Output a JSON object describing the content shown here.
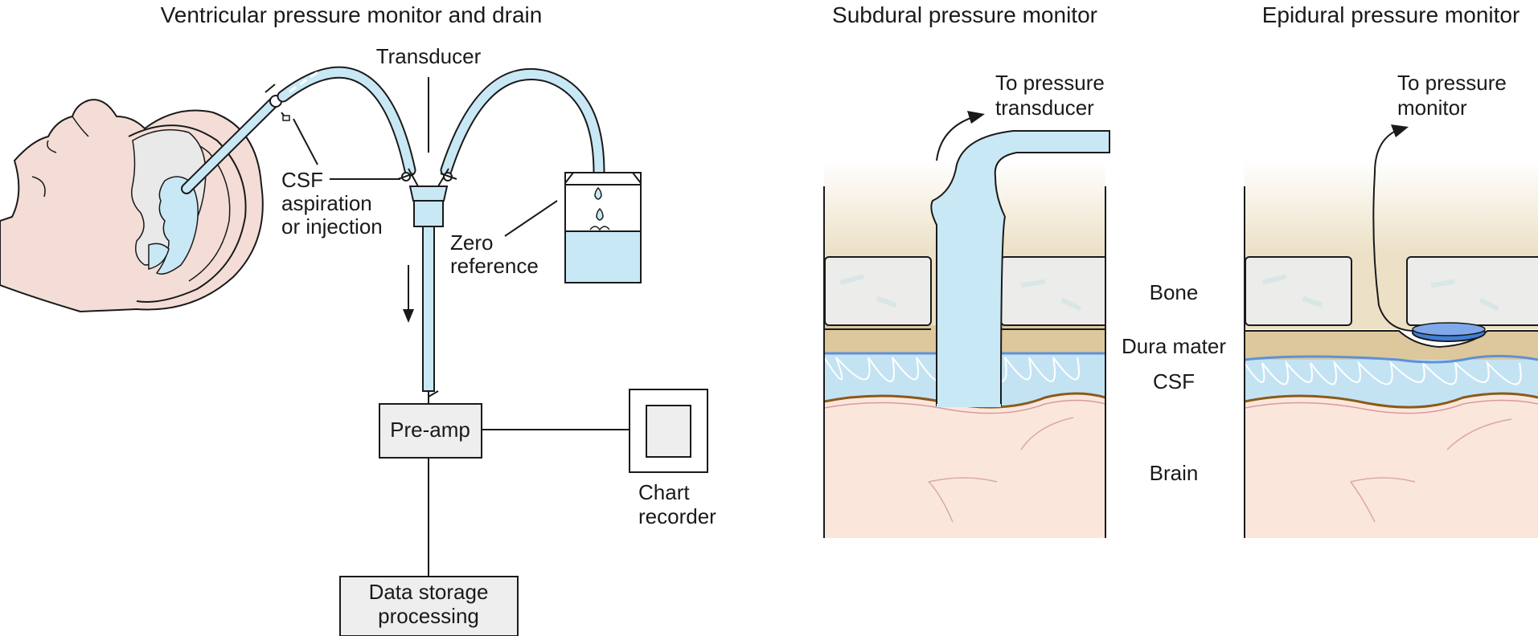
{
  "titles": {
    "ventricular": "Ventricular pressure monitor and drain",
    "subdural": "Subdural pressure monitor",
    "epidural": "Epidural pressure monitor"
  },
  "labels": {
    "transducer": "Transducer",
    "csf_line1": "CSF",
    "csf_line2": "aspiration",
    "csf_line3": "or injection",
    "zero_line1": "Zero",
    "zero_line2": "reference",
    "preamp": "Pre-amp",
    "chart_line1": "Chart",
    "chart_line2": "recorder",
    "data_line1": "Data storage",
    "data_line2": "processing",
    "to_pressure_transducer_line1": "To pressure",
    "to_pressure_transducer_line2": "transducer",
    "to_pressure_monitor_line1": "To pressure",
    "to_pressure_monitor_line2": "monitor"
  },
  "layers": {
    "bone": "Bone",
    "dura": "Dura mater",
    "csf": "CSF",
    "brain": "Brain"
  },
  "colors": {
    "fluid": "#c9e8f5",
    "skin": "#f3ddd6",
    "scalp": "#ece1c6",
    "dura": "#dcc89c",
    "brain": "#fbe6dc",
    "csf": "#c3e3f3",
    "sensor": "#3f7fd8",
    "box_fill": "#eeeeee"
  }
}
